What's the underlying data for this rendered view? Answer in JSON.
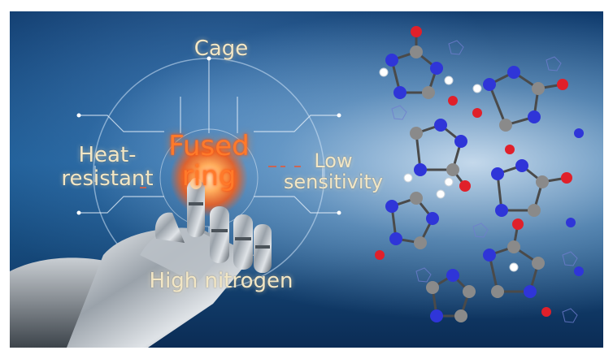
{
  "labels": {
    "top": "Cage",
    "left_line1": "Heat-",
    "left_line2": "resistant",
    "center_line1": "Fused",
    "center_line2": "ring",
    "right_line1": "Low",
    "right_line2": "sensitivity",
    "bottom": "High nitrogen"
  },
  "colors": {
    "background": "#1b5a93",
    "label_text": "#f2e6c4",
    "center_glow": "#ff7a2a",
    "atom_nitrogen": "#2f35d8",
    "atom_carbon": "#8a8a8a",
    "atom_oxygen": "#e0202a",
    "atom_hydrogen": "#ffffff"
  },
  "illustration": {
    "subject": "robot-hand-touching-hologram",
    "molecules": "nitrogen-rich-fused-ring-molecules"
  }
}
